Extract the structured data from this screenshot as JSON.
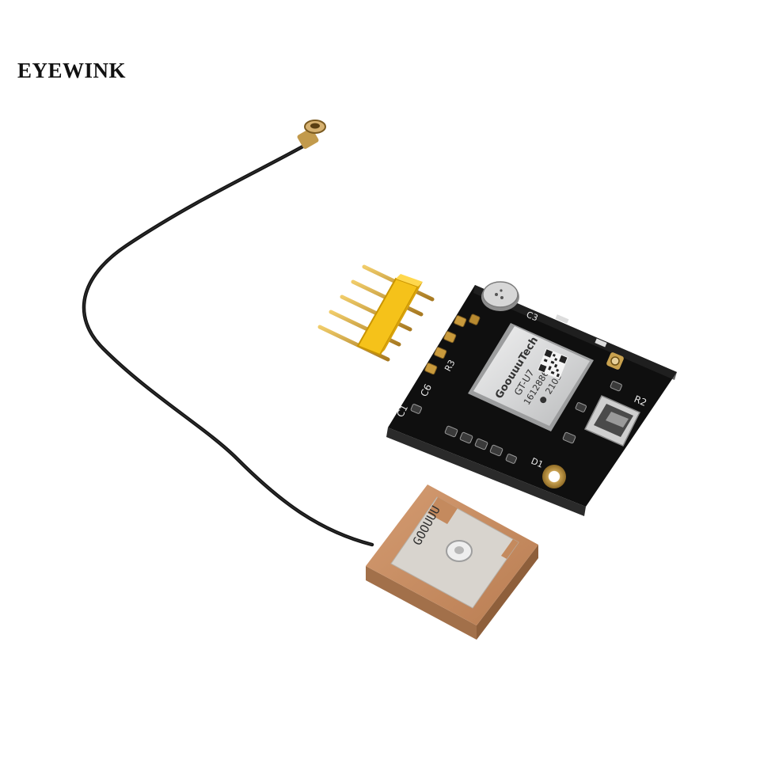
{
  "brand": {
    "name": "EYEWINK"
  },
  "module": {
    "shield_brand": "GoouuuTech",
    "model": "GT-U7",
    "serial": "16128866",
    "date_code": "2103",
    "silkscreen": {
      "c1": "C1",
      "c6": "C6",
      "c3": "C3",
      "r3": "R3",
      "r2": "R2",
      "d1": "D1"
    }
  },
  "antenna": {
    "label": "GOOUUU"
  },
  "colors": {
    "pcb": "#141414",
    "shield": "#d9dadb",
    "ceramic": "#c48a5e",
    "header_plastic": "#f5c21a",
    "pins": "#d8a63a",
    "cable": "#151515"
  }
}
